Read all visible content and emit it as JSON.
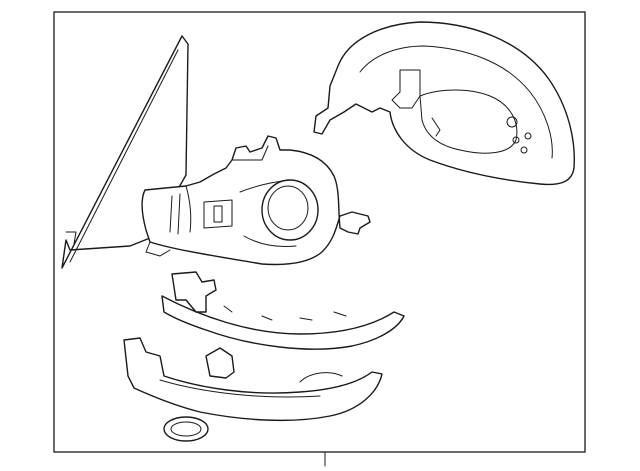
{
  "diagram": {
    "parts": [
      {
        "name": "mirror-glass"
      },
      {
        "name": "mirror-housing-assembly"
      },
      {
        "name": "mirror-cover-cap"
      },
      {
        "name": "upper-trim-strip"
      },
      {
        "name": "lower-trim-strip"
      },
      {
        "name": "seal-ring"
      }
    ],
    "colors": {
      "line": "#1a1a1a",
      "background": "#ffffff"
    }
  }
}
